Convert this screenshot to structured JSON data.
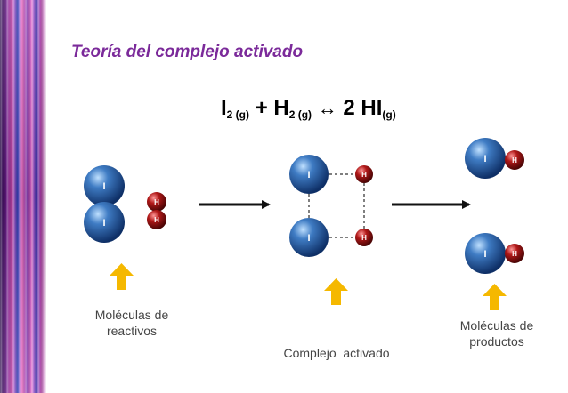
{
  "title": "Teoría del complejo activado",
  "equation": {
    "r1": "I",
    "r1_sub": "2 (g)",
    "plus": "+",
    "r2": "H",
    "r2_sub": "2 (g)",
    "arrow": "↔",
    "p1": "2 HI",
    "p1_sub": "(g)"
  },
  "atoms": {
    "iodine_symbol": "I",
    "hydrogen_symbol": "H"
  },
  "captions": {
    "reactants": [
      "Moléculas de",
      "reactivos"
    ],
    "complex": [
      "Complejo  activado"
    ],
    "products": [
      "Moléculas de",
      "productos"
    ]
  },
  "colors": {
    "title": "#7b2a9a",
    "iodine": "#2a5fa8",
    "hydrogen": "#8a0f0f",
    "pointer_arrow": "#f5b800",
    "reaction_arrow": "#111111",
    "bond": "#555555"
  },
  "icons": [
    "arrow-right-icon",
    "arrow-up-icon"
  ]
}
